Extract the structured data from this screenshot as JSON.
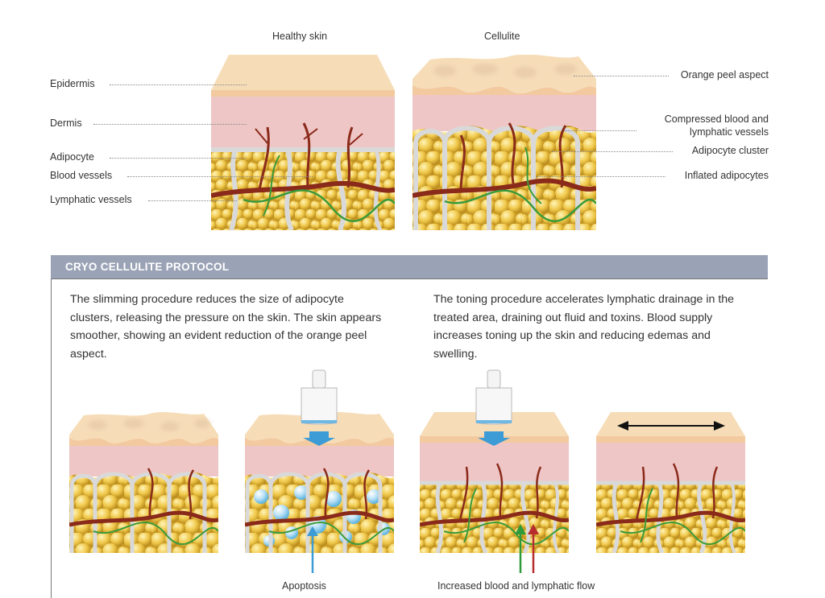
{
  "top": {
    "healthy_title": "Healthy skin",
    "cellulite_title": "Cellulite",
    "left_labels": [
      "Epidermis",
      "Dermis",
      "Adipocyte",
      "Blood vessels",
      "Lymphatic vessels"
    ],
    "right_labels": {
      "orange_peel": "Orange peel aspect",
      "compressed_1": "Compressed blood and",
      "compressed_2": "lymphatic vessels",
      "cluster": "Adipocyte cluster",
      "inflated": "Inflated adipocytes"
    }
  },
  "protocol": {
    "title": "CRYO CELLULITE PROTOCOL",
    "slimming_text": "The slimming procedure reduces the size of adipocyte clusters, releasing the pressure on the skin. The skin appears smoother, showing an evident reduction of the orange peel aspect.",
    "toning_text": "The toning procedure accelerates lymphatic drainage in the treated area, draining out fluid and toxins. Blood supply increases toning up the skin and reducing edemas and swelling.",
    "apoptosis_label": "Apoptosis",
    "flow_label": "Increased blood and lymphatic flow"
  },
  "colors": {
    "epidermis": "#f6ddb8",
    "dermis": "#efc3c3",
    "fat": "#e9c24a",
    "blood": "#8a2a1a",
    "lymph": "#3a9a3a",
    "septa": "#d8d8d8",
    "cold": "#3d9bd6",
    "bar": "#9aa3b6"
  }
}
